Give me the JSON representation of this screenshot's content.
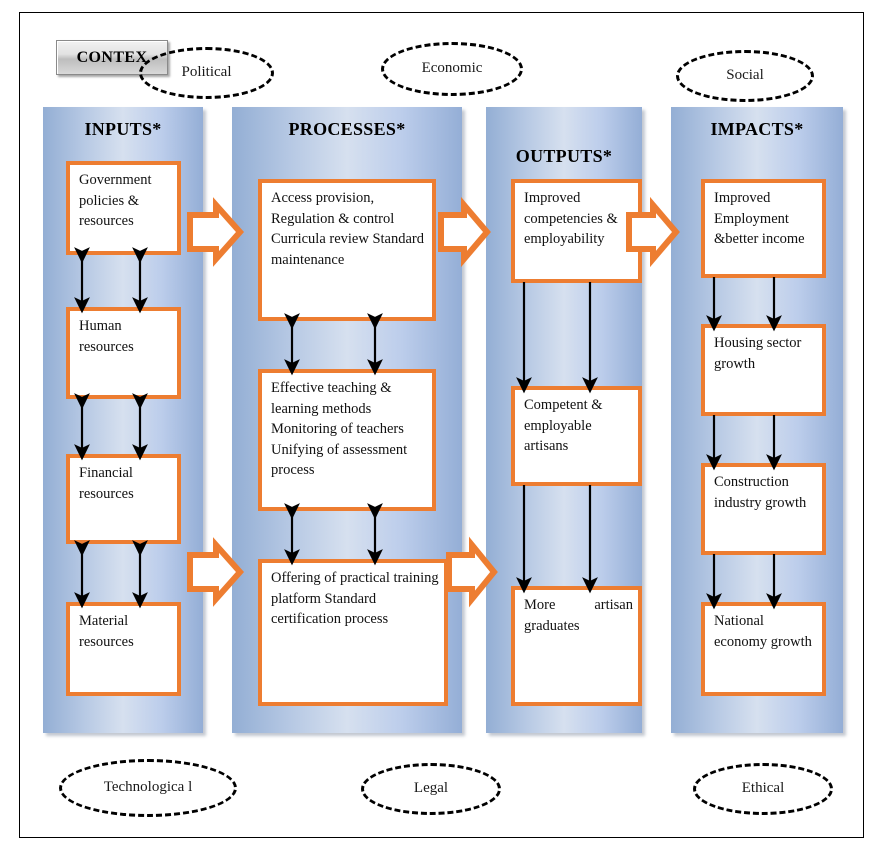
{
  "diagram": {
    "context_button": "CONTEX",
    "context_factors_top": [
      {
        "label": "Political"
      },
      {
        "label": "Economic"
      },
      {
        "label": "Social"
      }
    ],
    "context_factors_bottom": [
      {
        "label": "Technologica l"
      },
      {
        "label": "Legal"
      },
      {
        "label": "Ethical"
      }
    ],
    "accent_color": "#ED7D31",
    "panel_color": "#b7c9e4",
    "columns": [
      {
        "title": "INPUTS*",
        "boxes": [
          {
            "text": "Government policies & resources"
          },
          {
            "text": "Human resources"
          },
          {
            "text": "Financial resources"
          },
          {
            "text": "Material resources"
          }
        ]
      },
      {
        "title": "PROCESSES*",
        "boxes": [
          {
            "text": "Access provision, Regulation & control Curricula review Standard maintenance"
          },
          {
            "text": "Effective teaching & learning methods Monitoring of teachers Unifying of assessment process"
          },
          {
            "text": "Offering of practical training platform Standard certification process"
          }
        ]
      },
      {
        "title": "OUTPUTS*",
        "boxes": [
          {
            "text": "Improved competencies & employability"
          },
          {
            "text": "Competent & employable artisans"
          },
          {
            "text": "More artisan graduates"
          }
        ]
      },
      {
        "title": "IMPACTS*",
        "boxes": [
          {
            "text": "Improved Employment &better income"
          },
          {
            "text": "Housing sector growth"
          },
          {
            "text": "Construction industry growth"
          },
          {
            "text": "National economy growth"
          }
        ]
      }
    ]
  }
}
